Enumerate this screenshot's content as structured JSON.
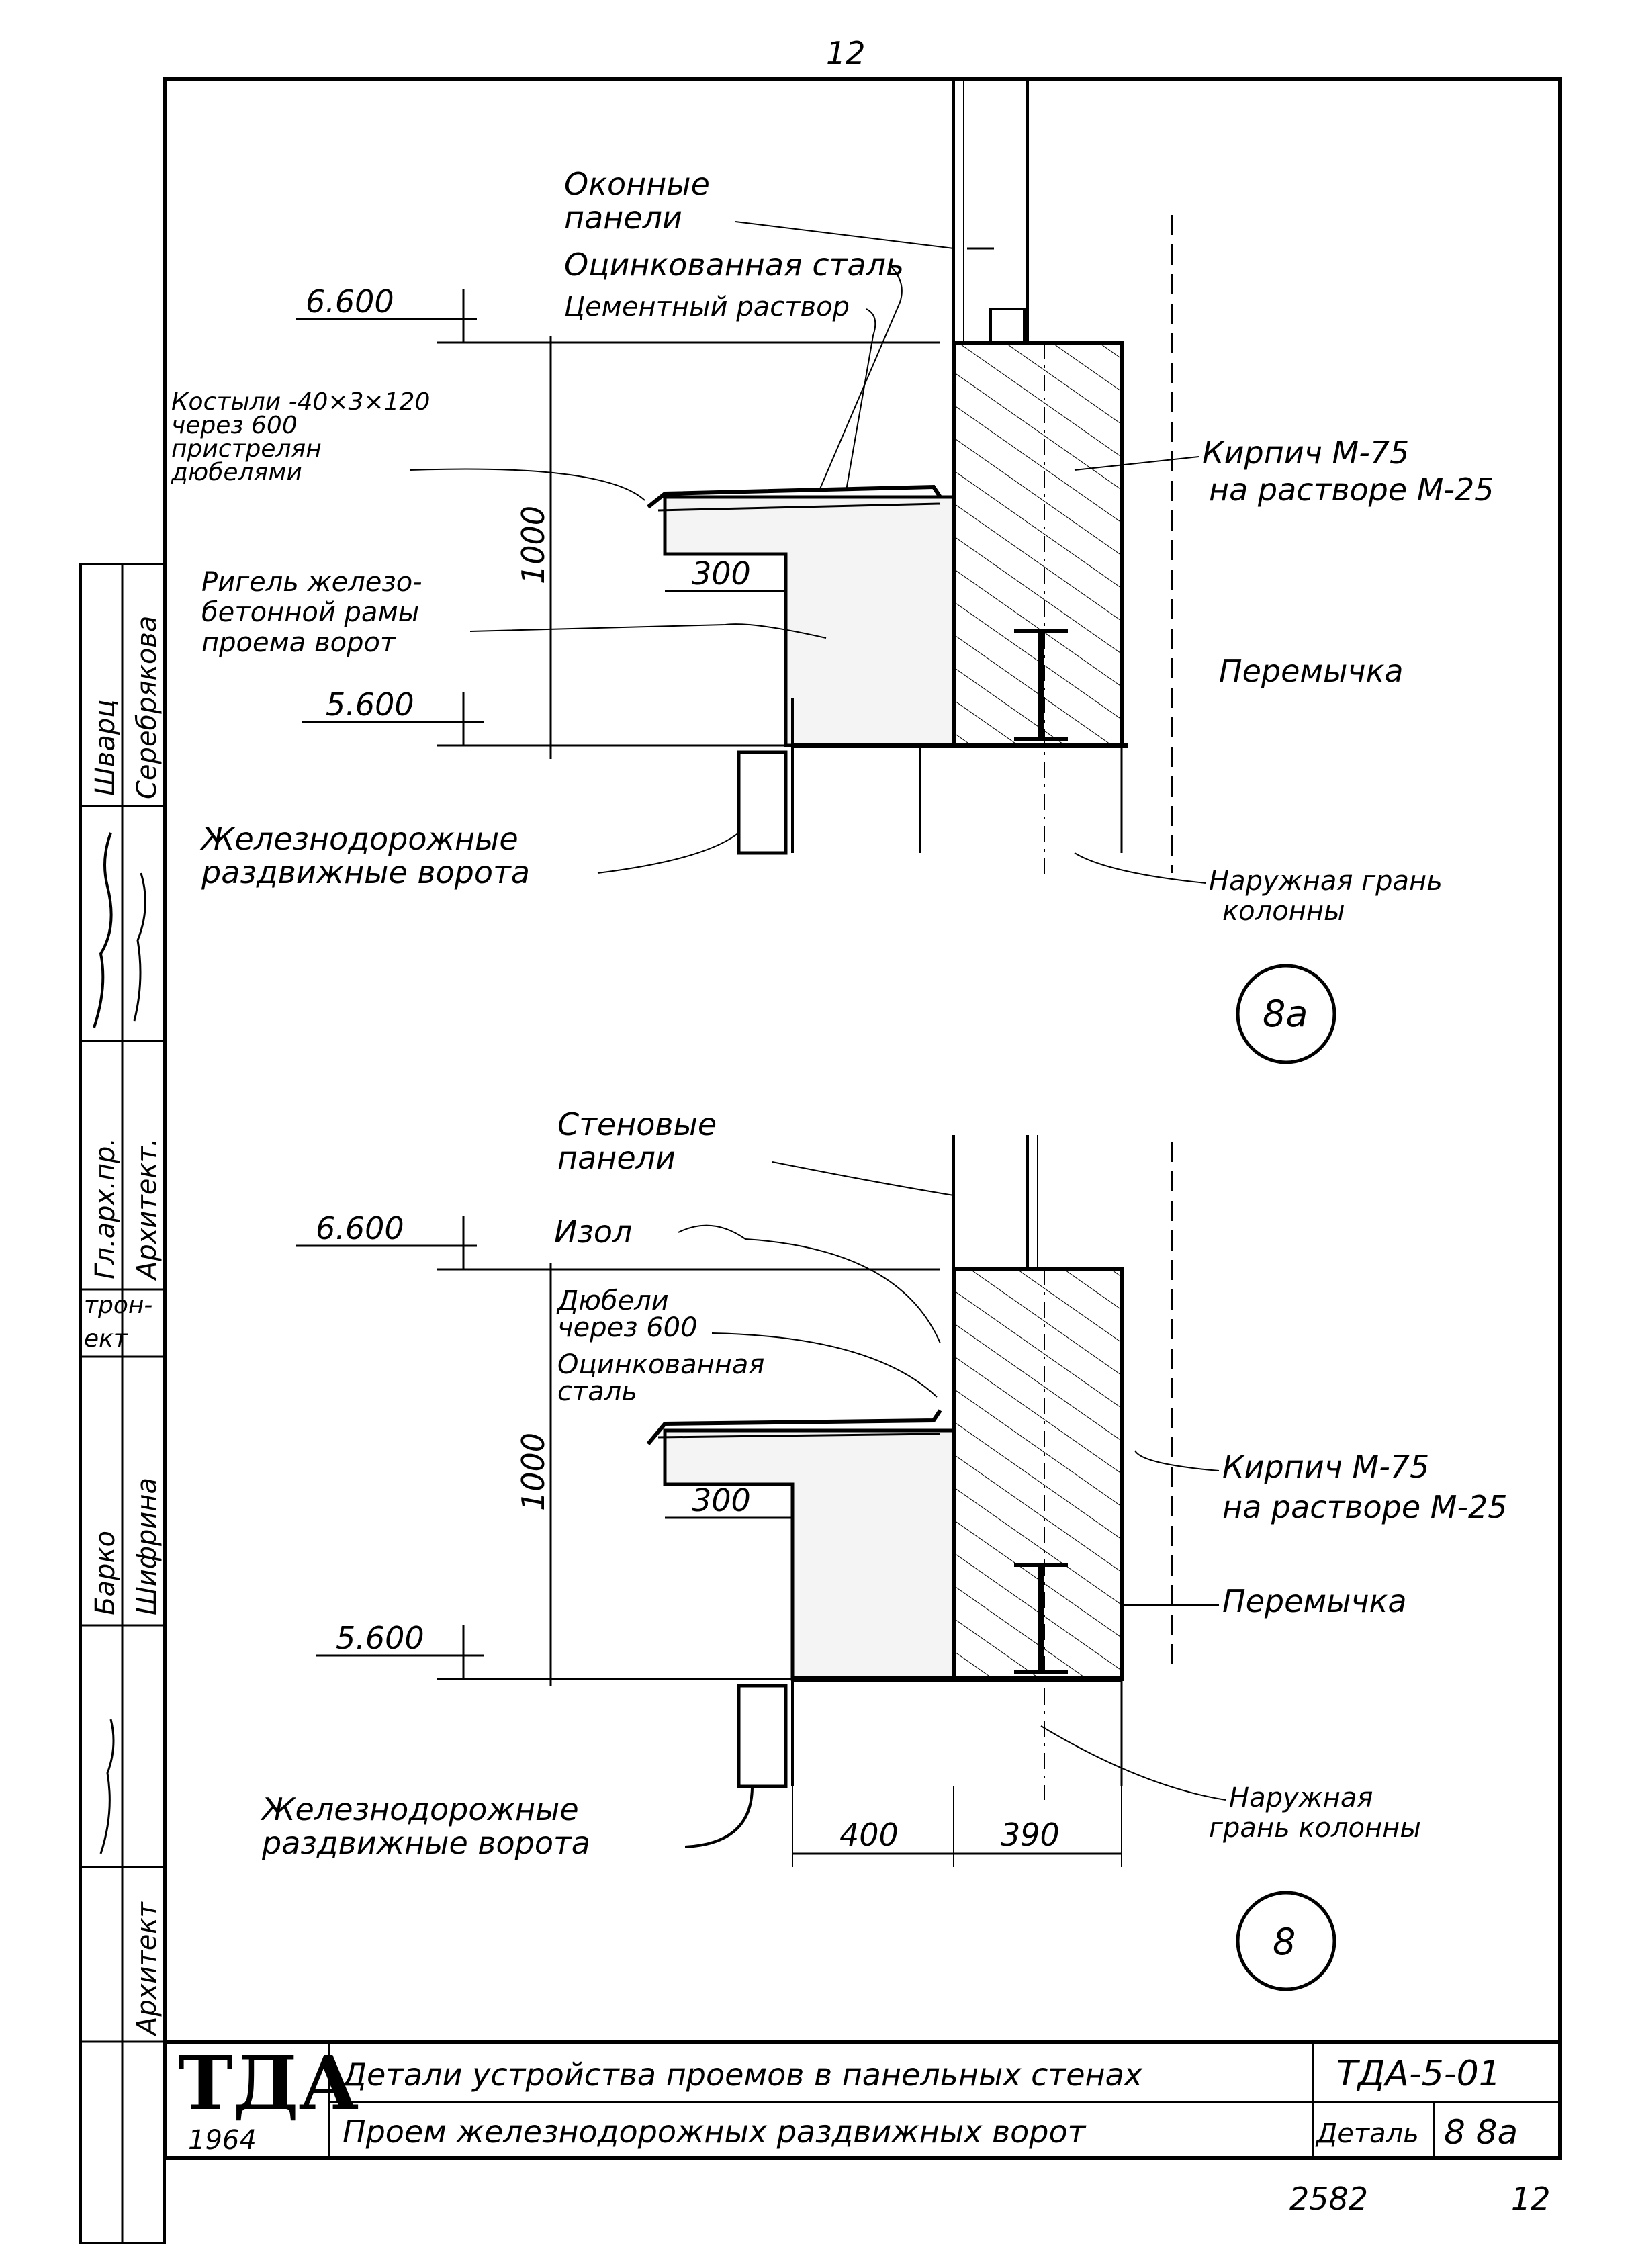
{
  "page_number_top": "12",
  "page_number_bottom": "12",
  "archive_number": "2582",
  "detail_8a": {
    "circle_label": "8a",
    "labels": {
      "window_panels_1": "Оконные",
      "window_panels_2": "панели",
      "galv_steel": "Оцинкованная сталь",
      "cement_mortar": "Цементный раствор",
      "brackets_1": "Костыли -40×3×120",
      "brackets_2": "через 600",
      "brackets_3": "пристрелян",
      "brackets_4": "дюбелями",
      "girder_1": "Ригель железо-",
      "girder_2": "бетонной рамы",
      "girder_3": "проема ворот",
      "brick_1": "Кирпич М-75",
      "brick_2": "на растворе М-25",
      "lintel": "Перемычка",
      "gates_1": "Железнодорожные",
      "gates_2": "раздвижные ворота",
      "outer_face_1": "Наружная грань",
      "outer_face_2": "колонны"
    },
    "dims": {
      "level_top": "6.600",
      "level_bottom": "5.600",
      "height": "1000",
      "ledge": "300"
    }
  },
  "detail_8": {
    "circle_label": "8",
    "labels": {
      "wall_panels_1": "Стеновые",
      "wall_panels_2": "панели",
      "insulation": "Изол",
      "dowels_1": "Дюбели",
      "dowels_2": "через 600",
      "galv_steel_1": "Оцинкованная",
      "galv_steel_2": "сталь",
      "brick_1": "Кирпич М-75",
      "brick_2": "на растворе М-25",
      "lintel": "Перемычка",
      "gates_1": "Железнодорожные",
      "gates_2": "раздвижные ворота",
      "outer_face_1": "Наружная",
      "outer_face_2": "грань колонны"
    },
    "dims": {
      "level_top": "6.600",
      "level_bottom": "5.600",
      "height": "1000",
      "ledge": "300",
      "width_left": "400",
      "width_right": "390"
    }
  },
  "side_stamp": {
    "names": [
      "Шварц",
      "Серебрякова",
      "Гл.арх.пр.",
      "Архитект.",
      "Барко",
      "Шифрина",
      "Архитект"
    ],
    "fragments": [
      "трон-",
      "ект"
    ]
  },
  "title_block": {
    "logo": "ТДА",
    "year": "1964",
    "title_main": "Детали устройства проемов в панельных стенах",
    "title_sub": "Проем железнодорожных раздвижных ворот",
    "series_code": "ТДА-5-01",
    "detail_caption": "Деталь",
    "detail_numbers": "8 8а"
  }
}
